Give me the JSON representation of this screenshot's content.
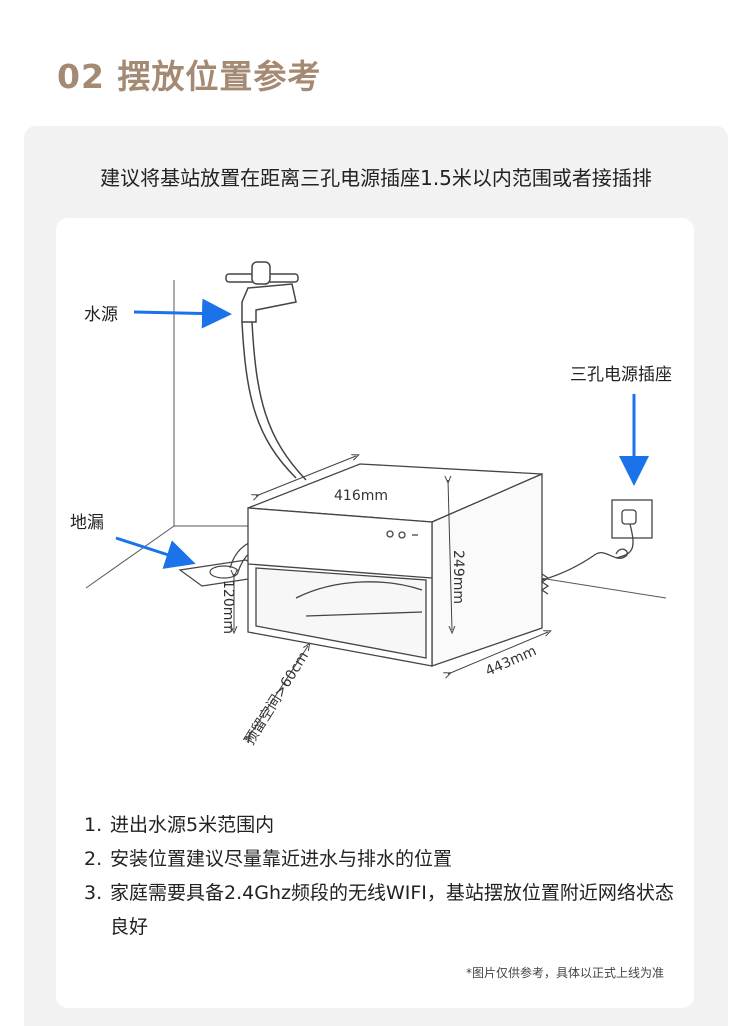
{
  "header": {
    "title": "02 摆放位置参考"
  },
  "panel": {
    "subtitle": "建议将基站放置在距离三孔电源插座1.5米以内范围或者接插排"
  },
  "diagram": {
    "labels": {
      "water_source": "水源",
      "floor_drain": "地漏",
      "power_socket": "三孔电源插座"
    },
    "dimensions": {
      "width": "416mm",
      "height": "249mm",
      "depth": "443mm",
      "clearance_height": "120mm",
      "reserved_space": "预留空间>60cm"
    },
    "colors": {
      "arrow": "#1a73e8",
      "line": "#444444"
    }
  },
  "notes": [
    {
      "num": "1.",
      "text": "进出水源5米范围内"
    },
    {
      "num": "2.",
      "text": "安装位置建议尽量靠近进水与排水的位置"
    },
    {
      "num": "3.",
      "text": "家庭需要具备2.4Ghz频段的无线WIFI，基站摆放位置附近网络状态良好"
    }
  ],
  "footnote": "*图片仅供参考，具体以正式上线为准"
}
